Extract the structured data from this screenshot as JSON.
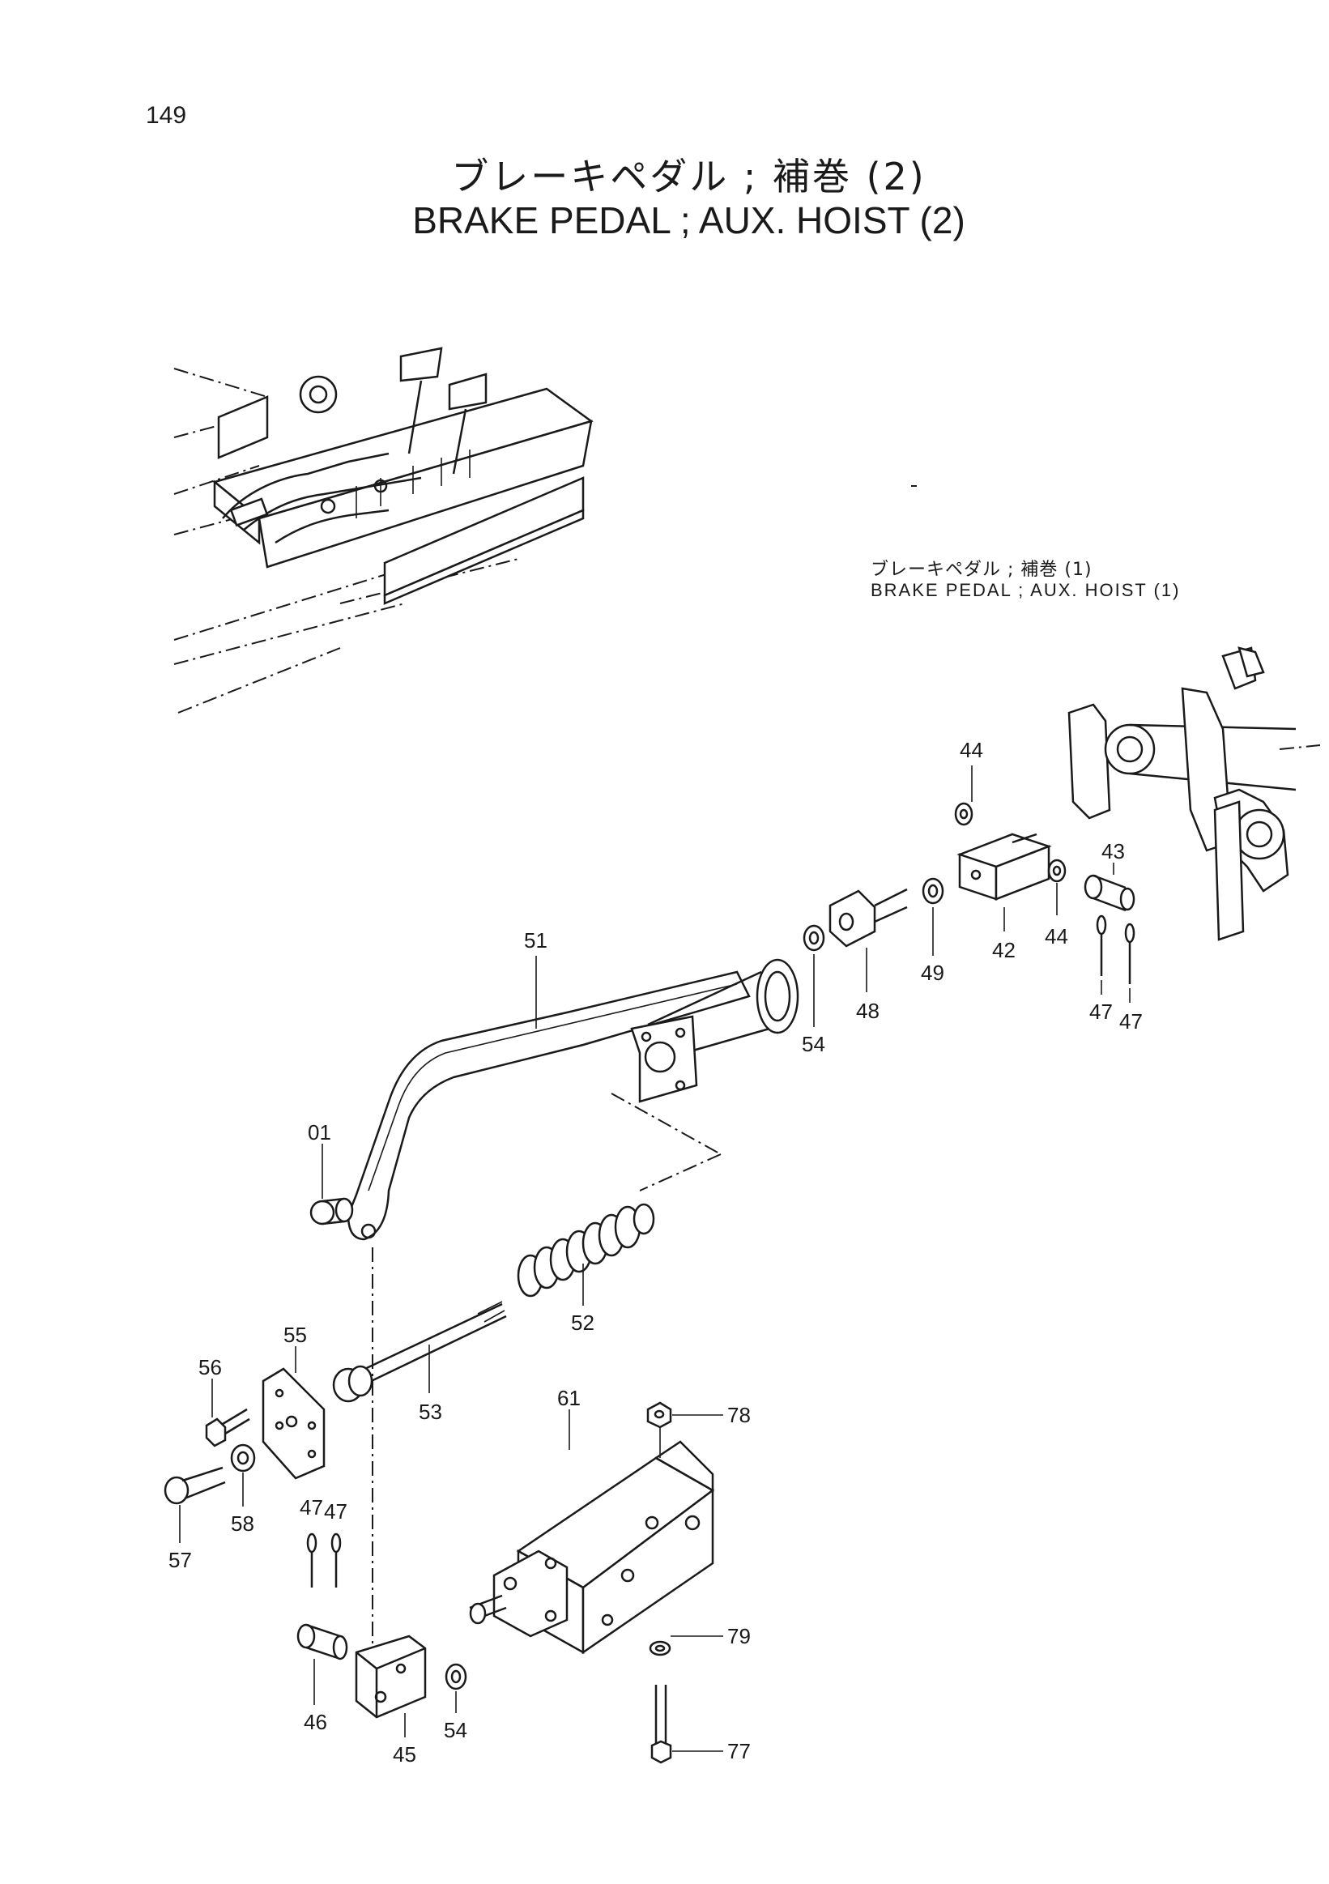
{
  "page": {
    "number": "149",
    "title_jp": "ブレーキペダル ; 補巻 (2)",
    "title_en": "BRAKE PEDAL ; AUX. HOIST (2)"
  },
  "reference": {
    "title_jp": "ブレーキペダル ; 補巻 (1)",
    "title_en": "BRAKE PEDAL ; AUX. HOIST (1)"
  },
  "part_labels": [
    "01",
    "42",
    "43",
    "44",
    "44",
    "45",
    "46",
    "47",
    "47",
    "47",
    "47",
    "48",
    "49",
    "51",
    "52",
    "53",
    "54",
    "54",
    "55",
    "56",
    "57",
    "58",
    "61",
    "77",
    "78",
    "79"
  ]
}
